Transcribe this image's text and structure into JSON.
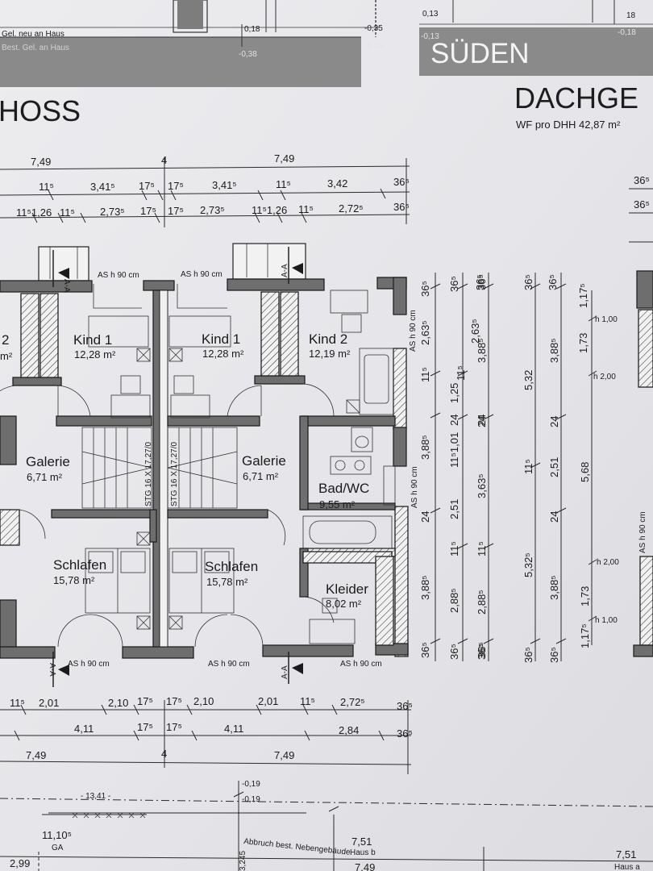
{
  "top_strip": {
    "ground_new": "Gel. neu an Haus",
    "ground_existing": "Best. Gel. an Haus",
    "lvl_018": "0,18",
    "lvl_038": "-0,38",
    "lvl_035a": "-0,35",
    "lvl_035b": "-0,35",
    "lvl_013a": "0,13",
    "lvl_013b": "-0,13",
    "lvl_r18": "18",
    "lvl_r18b": "-0,18"
  },
  "sueden_label": "SÜDEN",
  "heading_left": "HOSS",
  "heading_right": "DACHGE",
  "wf_note": "WF pro DHH 42,87 m²",
  "rooms": {
    "kind2_left": "2",
    "m2_left": "m²",
    "kind1a": "Kind 1",
    "kind1a_area": "12,28 m²",
    "kind1b": "Kind 1",
    "kind1b_area": "12,28 m²",
    "kind2": "Kind 2",
    "kind2_area": "12,19 m²",
    "galerie_a": "Galerie",
    "galerie_a_area": "6,71 m²",
    "galerie_b": "Galerie",
    "galerie_b_area": "6,71 m²",
    "bad": "Bad/WC",
    "bad_area": "9,55 m²",
    "schlafen_a": "Schlafen",
    "schlafen_a_area": "15,78 m²",
    "schlafen_b": "Schlafen",
    "schlafen_b_area": "15,78 m²",
    "kleider": "Kleider",
    "kleider_area": "8,02 m²"
  },
  "parapets": {
    "p1": "AS h 90 cm",
    "p2": "AS h 90 cm",
    "p3": "AS h 90 cm",
    "p4": "AS h 90 cm",
    "p5": "AS h 90 cm",
    "v1": "AS h 90 cm",
    "v2": "AS h 90 cm",
    "v3": "AS h 90 cm"
  },
  "stairs": {
    "s1": "STG 16 X 17,27/0",
    "s2": "STG 16 X 17,27/0"
  },
  "section_marks": {
    "aa": "A-A"
  },
  "dims_top": {
    "r1": [
      "7,49",
      "4",
      "7,49"
    ],
    "r2": [
      "11⁵",
      "3,41⁵",
      "17⁵",
      "17⁵",
      "3,41⁵",
      "11⁵",
      "3,42",
      "36⁵"
    ],
    "r3": [
      "11⁵1,26",
      "11⁵",
      "2,73⁵",
      "17⁵",
      "17⁵",
      "2,73⁵",
      "11⁵1,26",
      "11⁵",
      "2,72⁵",
      "36⁵"
    ],
    "right": [
      "36⁵",
      "36⁵"
    ]
  },
  "dims_bottom": {
    "r1": [
      "11⁵",
      "2,01",
      "2,10",
      "17⁵",
      "17⁵",
      "2,10",
      "2,01",
      "11⁵",
      "2,72⁵",
      "36⁵"
    ],
    "r2": [
      "4,11",
      "17⁵",
      "17⁵",
      "4,11",
      "2,84",
      "36⁵"
    ],
    "r3": [
      "7,49",
      "4",
      "7,49"
    ]
  },
  "dims_vertical": {
    "c1": [
      "36⁵",
      "2,63⁵",
      "11⁵",
      "3,88⁵",
      "24",
      "3,88⁵",
      "36⁵"
    ],
    "c2": [
      "36⁵",
      "1,25",
      "11⁵1,01",
      "24",
      "2,51",
      "11⁵",
      "2,88⁵",
      "36⁵"
    ],
    "c3": [
      "36⁵",
      "2,63⁵",
      "11⁵",
      "24",
      "3,63⁵",
      "11⁵",
      "2,88⁵",
      "36⁵"
    ],
    "c4": [
      "36⁵",
      "3,88⁵",
      "24",
      "36⁵"
    ],
    "c5": [
      "36⁵",
      "5,32",
      "11⁵",
      "5,32⁵",
      "36⁵"
    ],
    "c6": [
      "36⁵",
      "3,88⁵",
      "24",
      "2,51",
      "24",
      "3,88⁵",
      "36⁵"
    ],
    "c7": [
      "1,17⁵",
      "1,73",
      "5,68",
      "1,73",
      "1,17⁵"
    ],
    "h1": "h 1,00",
    "h2": "h 2,00",
    "h3": "h 2,00",
    "h4": "h 1,00"
  },
  "site": {
    "d1": "- 13,41 -",
    "d2": "-0,19",
    "d3": "-0,19",
    "d4": "11,10⁵",
    "ga": "GA",
    "d5": "2,99",
    "d6": "3,245",
    "d7": "7,51",
    "haus_b": "Haus b",
    "abbruch": "Abbruch best. Nebengebäude",
    "d8": "7,49",
    "d9": "7,51",
    "haus_a": "Haus a"
  }
}
